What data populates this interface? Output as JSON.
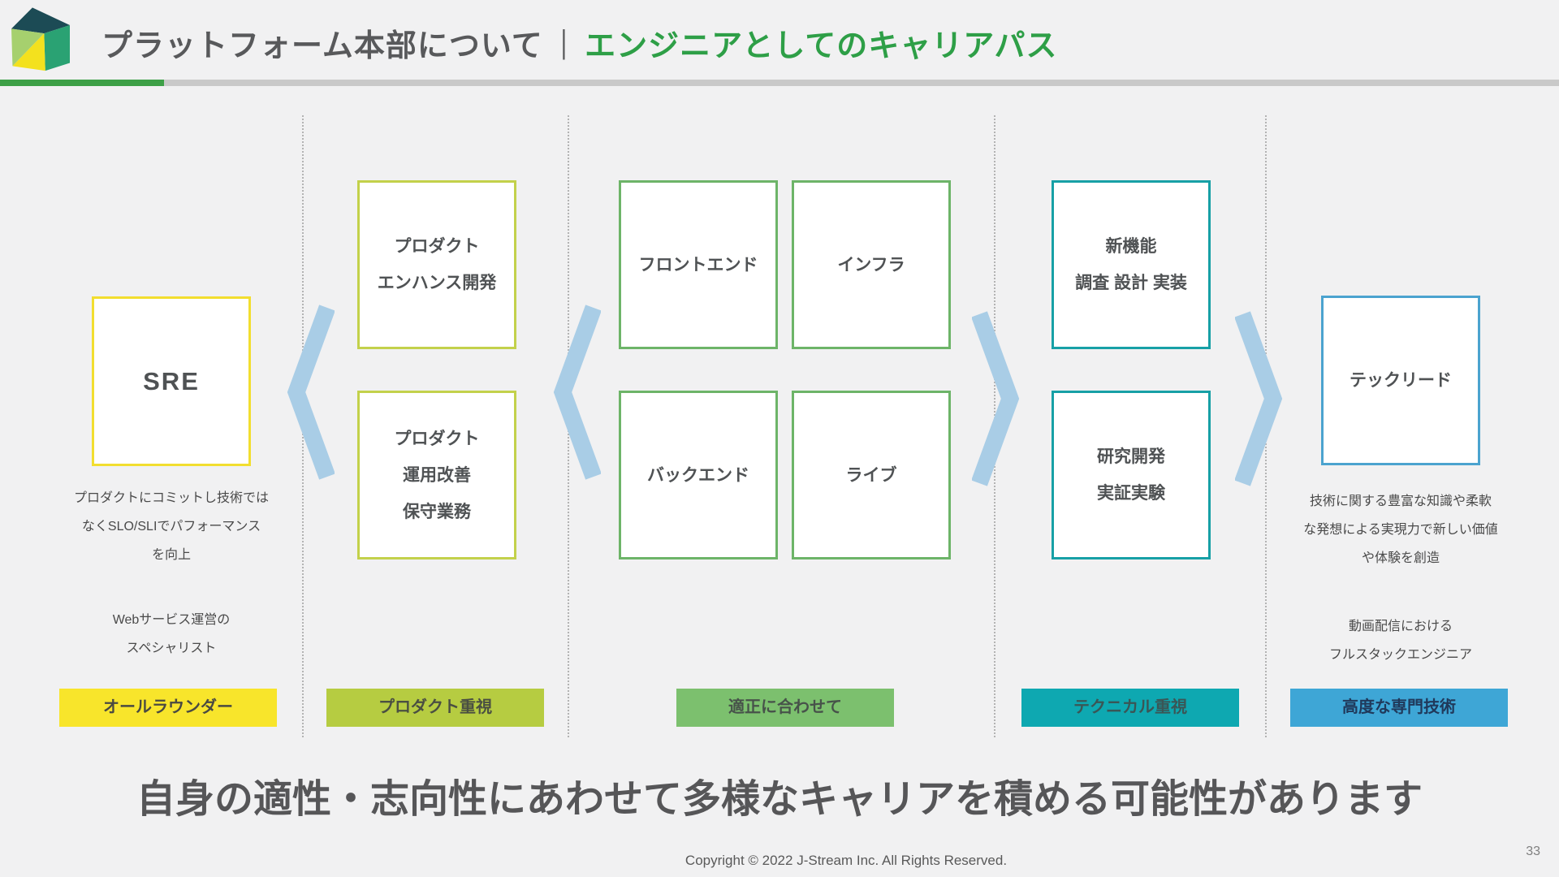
{
  "slide": {
    "header": {
      "logo": "j-stream-cube-logo",
      "title_left": "プラットフォーム本部について",
      "title_divider": "|",
      "title_right": "エンジニアとしてのキャリアパス"
    },
    "columns": [
      {
        "name": "sre",
        "boxes": [
          "SRE"
        ],
        "notes": [
          "プロダクトにコミットし技術では\nなくSLO/SLIでパフォーマンス\nを向上",
          "Webサービス運営の\nスペシャリスト"
        ],
        "badge": "オールラウンダー",
        "accent": "#F2DE2F",
        "badge_bg": "#F8E52B"
      },
      {
        "name": "product",
        "boxes": [
          "プロダクト\nエンハンス開発",
          "プロダクト\n運用改善\n保守業務"
        ],
        "notes": [],
        "badge": "プロダクト重視",
        "accent": "#C3D14B",
        "badge_bg": "#B6CC41"
      },
      {
        "name": "aptitude",
        "boxes": [
          "フロントエンド",
          "インフラ",
          "バックエンド",
          "ライブ"
        ],
        "notes": [],
        "badge": "適正に合わせて",
        "accent": "#6DB468",
        "badge_bg": "#7CC06E"
      },
      {
        "name": "technical",
        "boxes": [
          "新機能\n調査 設計 実装",
          "研究開発\n実証実験"
        ],
        "notes": [],
        "badge": "テクニカル重視",
        "accent": "#17A0A6",
        "badge_bg": "#0EA8B1"
      },
      {
        "name": "techlead",
        "boxes": [
          "テックリード"
        ],
        "notes": [
          "技術に関する豊富な知識や柔軟\nな発想による実現力で新しい価値\nや体験を創造",
          "動画配信における\nフルスタックエンジニア"
        ],
        "badge": "高度な専門技術",
        "accent": "#4BA3CF",
        "badge_bg": "#3EA6D6"
      }
    ],
    "message": "自身の適性・志向性にあわせて多様なキャリアを積める可能性があります",
    "footer": {
      "copyright": "Copyright © 2022 J-Stream Inc. All Rights Reserved.",
      "page_number": "33"
    },
    "colors": {
      "title_accent": "#2E9F47",
      "underline_green": "#3DA047",
      "underline_gray": "#C9C9C9",
      "chevron": "#A9CDE6",
      "text_dark": "#4F5254"
    }
  }
}
